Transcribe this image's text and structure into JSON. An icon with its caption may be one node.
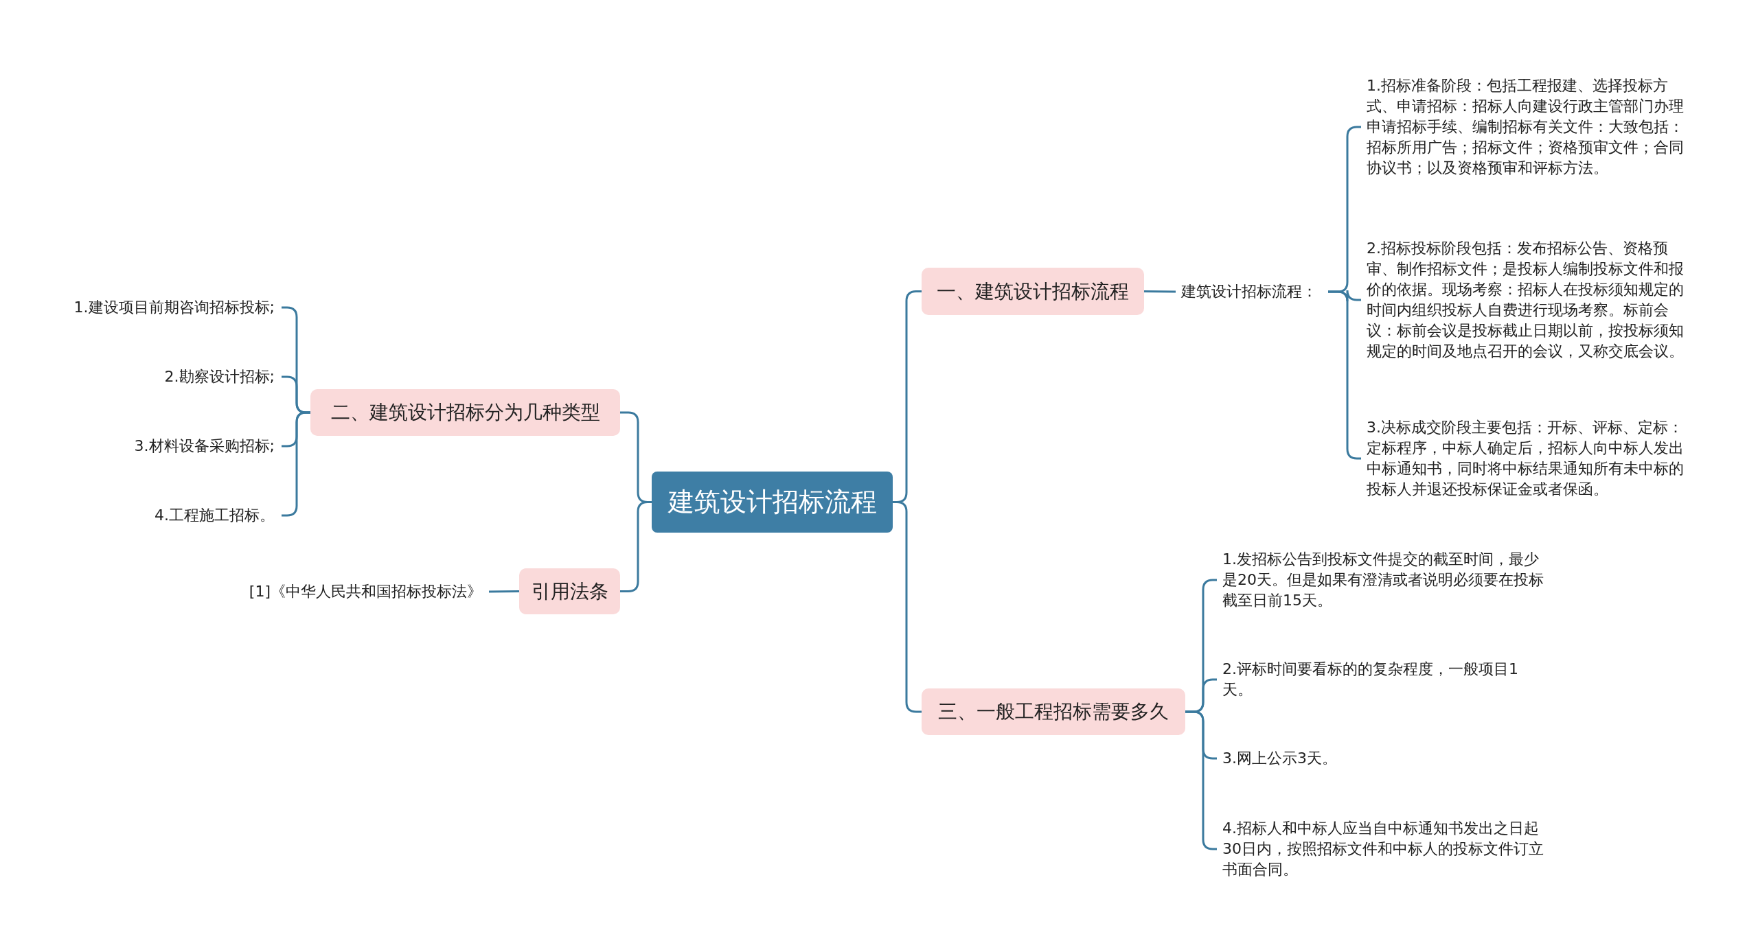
{
  "diagram": {
    "nodes": [
      {
        "text": [
          "建筑设计招标流程"
        ]
      },
      {
        "text": [
          "一、建筑设计招标流程"
        ]
      },
      {
        "text": [
          "建筑设计招标流程："
        ]
      },
      {
        "text": [
          "1.招标准备阶段：包括工程报建、选择投标方式、申请招标：招标人向建设行政主管部门办理申请招标手续、编制招标有关文件：大致包括：招标所用广告；招标文件；资格预审文件；合同协议书；以及资格预审和评标方法。"
        ]
      },
      {
        "text": [
          "2.招标投标阶段包括：发布招标公告、资格预审、制作招标文件；是投标人编制投标文件和报价的依据。现场考察：招标人在投标须知规定的时间内组织投标人自费进行现场考察。标前会议：标前会议是投标截止日期以前，按投标须知规定的时间及地点召开的会议，又称交底会议。"
        ]
      },
      {
        "text": [
          "3.决标成交阶段主要包括：开标、评标、定标：定标程序，中标人确定后，招标人向中标人发出中标通知书，同时将中标结果通知所有未中标的投标人并退还投标保证金或者保函。"
        ]
      },
      {
        "text": [
          "三、一般工程招标需要多久"
        ]
      },
      {
        "text": [
          "1.发招标公告到投标文件提交的截至时间，最少是20天。但是如果有澄清或者说明必须要在投标截至日前15天。"
        ]
      },
      {
        "text": [
          "2.评标时间要看标的的复杂程度，一般项目1天。"
        ]
      },
      {
        "text": [
          "3.网上公示3天。"
        ]
      },
      {
        "text": [
          "4.招标人和中标人应当自中标通知书发出之日起30日内，按照招标文件和中标人的投标文件订立书面合同。"
        ]
      },
      {
        "text": [
          "二、建筑设计招标分为几种类型"
        ]
      },
      {
        "text": [
          "1.建设项目前期咨询招标投标;"
        ]
      },
      {
        "text": [
          "2.勘察设计招标;"
        ]
      },
      {
        "text": [
          "3.材料设备采购招标;"
        ]
      },
      {
        "text": [
          "4.工程施工招标。"
        ]
      },
      {
        "text": [
          "引用法条"
        ]
      },
      {
        "text": [
          "[1]《中华人民共和国招标投标法》"
        ]
      }
    ],
    "edges": [
      {
        "from": 0,
        "to": 1,
        "arrow": "none"
      },
      {
        "from": 1,
        "to": 2,
        "arrow": "none"
      },
      {
        "from": 2,
        "to": 3,
        "arrow": "none"
      },
      {
        "from": 2,
        "to": 4,
        "arrow": "none"
      },
      {
        "from": 2,
        "to": 5,
        "arrow": "none"
      },
      {
        "from": 0,
        "to": 6,
        "arrow": "none"
      },
      {
        "from": 6,
        "to": 7,
        "arrow": "none"
      },
      {
        "from": 6,
        "to": 8,
        "arrow": "none"
      },
      {
        "from": 6,
        "to": 9,
        "arrow": "none"
      },
      {
        "from": 6,
        "to": 10,
        "arrow": "none"
      },
      {
        "from": 0,
        "to": 11,
        "arrow": "none"
      },
      {
        "from": 11,
        "to": 12,
        "arrow": "none"
      },
      {
        "from": 11,
        "to": 13,
        "arrow": "none"
      },
      {
        "from": 11,
        "to": 14,
        "arrow": "none"
      },
      {
        "from": 11,
        "to": 15,
        "arrow": "none"
      },
      {
        "from": 0,
        "to": 16,
        "arrow": "none"
      },
      {
        "from": 16,
        "to": 17,
        "arrow": "none"
      }
    ]
  }
}
